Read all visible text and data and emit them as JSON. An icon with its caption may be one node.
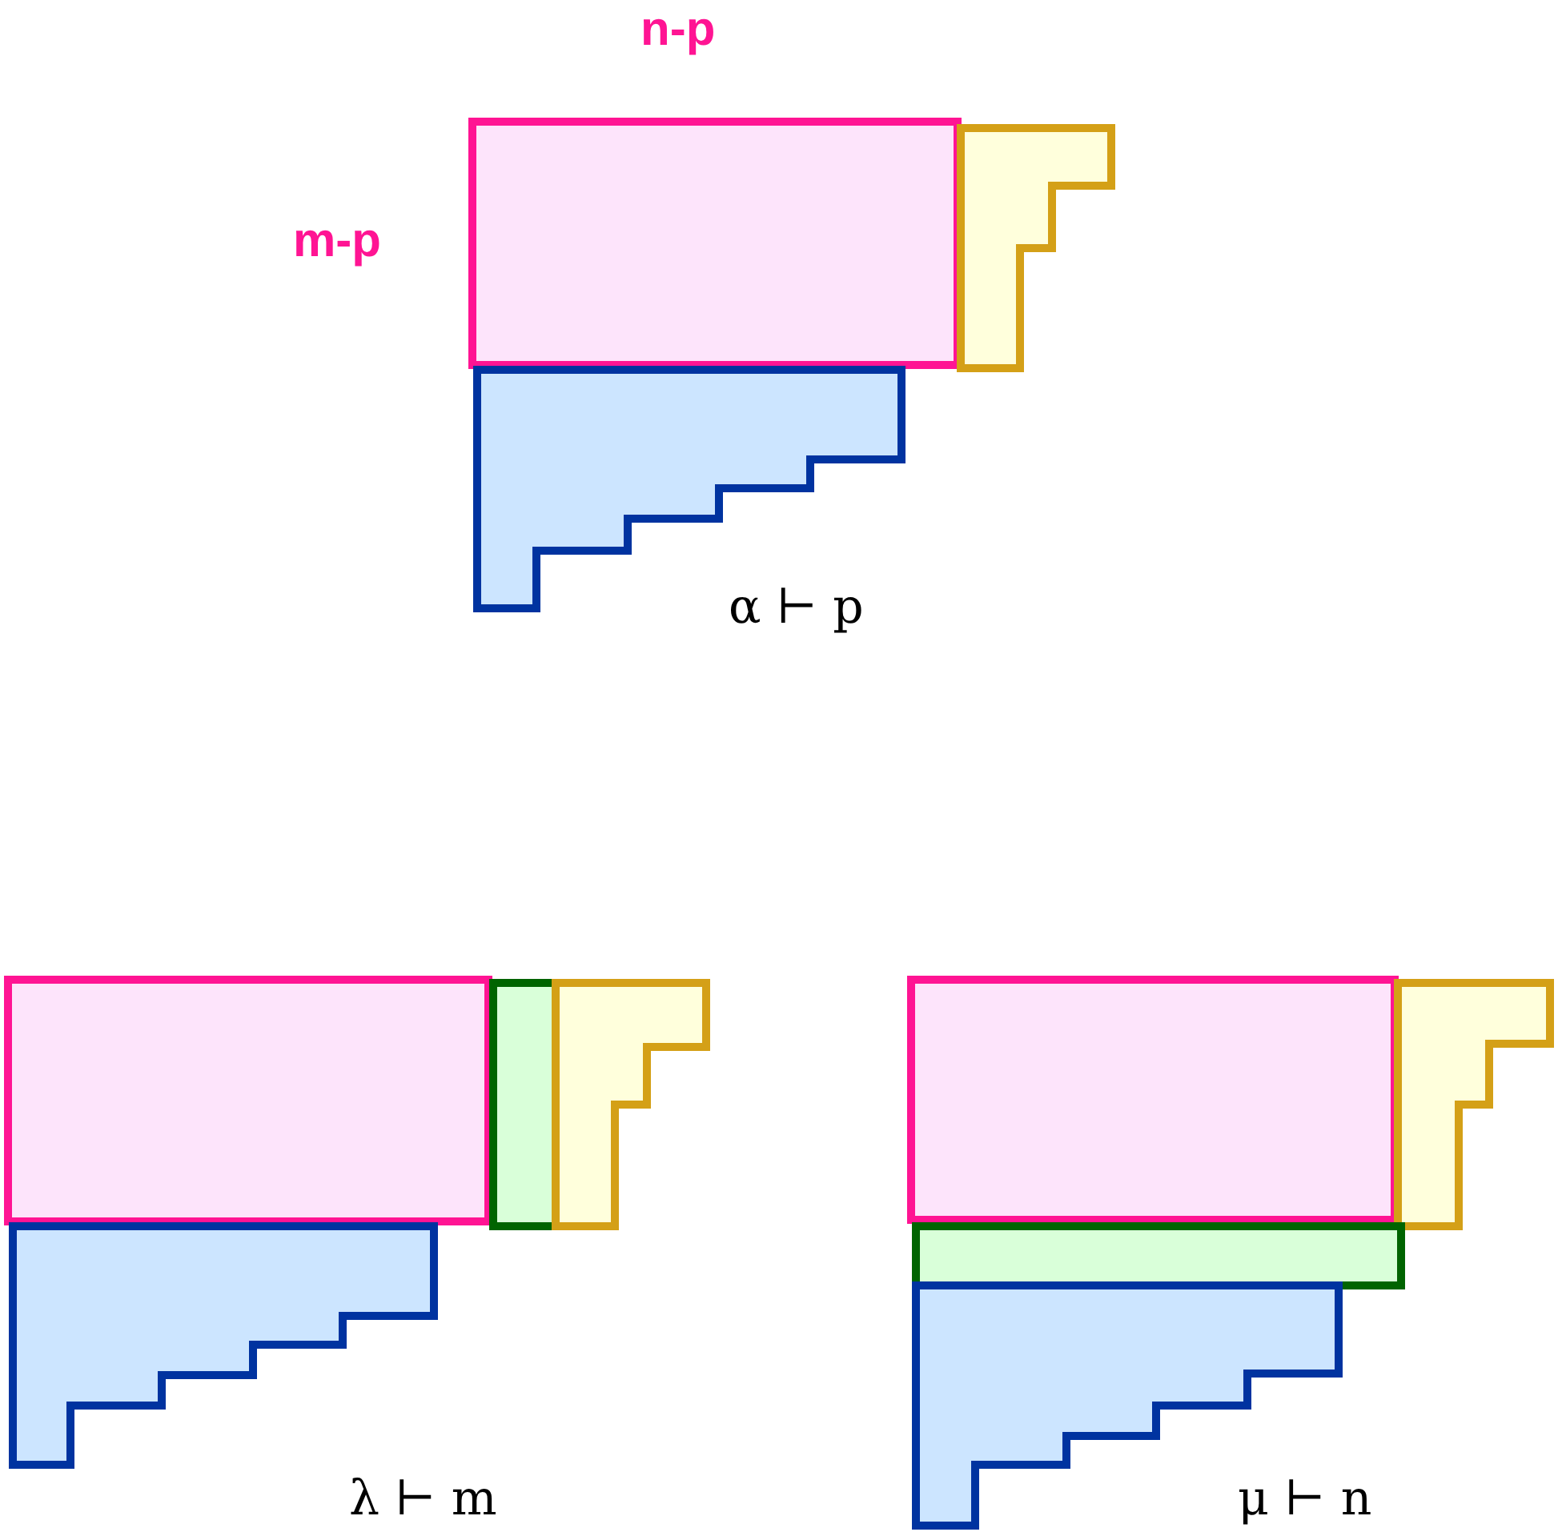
{
  "diagram": {
    "labels": [
      "n-p",
      "m-p",
      "α ⊢ p",
      "λ ⊢ m",
      "μ ⊢ n"
    ]
  }
}
